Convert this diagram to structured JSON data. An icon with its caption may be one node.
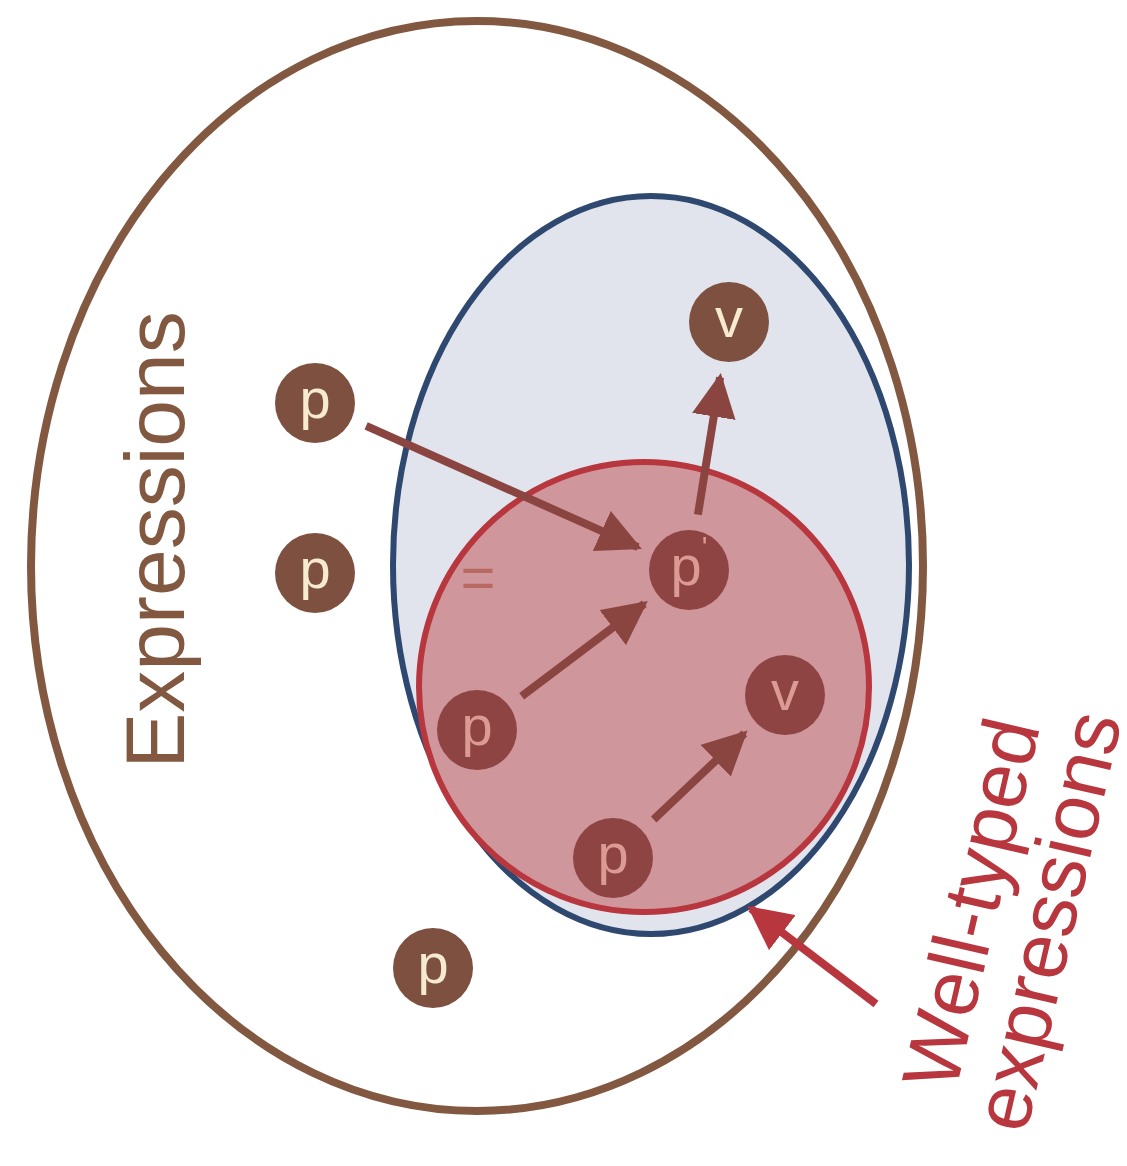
{
  "diagram": {
    "nodes": [
      {
        "text": [
          "Expressions"
        ]
      },
      {
        "text": [],
        "shape": "ellipse",
        "in": 0
      },
      {
        "text": [],
        "shape": "circle",
        "in": 1
      },
      {
        "text": [
          "p"
        ],
        "in": 0
      },
      {
        "text": [
          "p"
        ],
        "in": 0
      },
      {
        "text": [
          "p"
        ],
        "in": 0
      },
      {
        "text": [
          "v"
        ],
        "in": 1
      },
      {
        "text": [
          "p$^{'}$"
        ],
        "in": 2
      },
      {
        "text": [
          "p"
        ],
        "in": 2
      },
      {
        "text": [
          "v"
        ],
        "in": 2
      },
      {
        "text": [
          "p"
        ],
        "in": 2
      },
      {
        "text": [
          "Well-typed expressions"
        ]
      }
    ],
    "edges": [
      {
        "from": 3,
        "to": 7,
        "arrow": "to"
      },
      {
        "from": 7,
        "to": 6,
        "arrow": "to"
      },
      {
        "from": 8,
        "to": 7,
        "arrow": "to"
      },
      {
        "from": 10,
        "to": 9,
        "arrow": "to"
      },
      {
        "from": 11,
        "to": 1,
        "arrow": "to",
        "color": "#b8363d"
      }
    ],
    "labels": [
      "="
    ]
  }
}
